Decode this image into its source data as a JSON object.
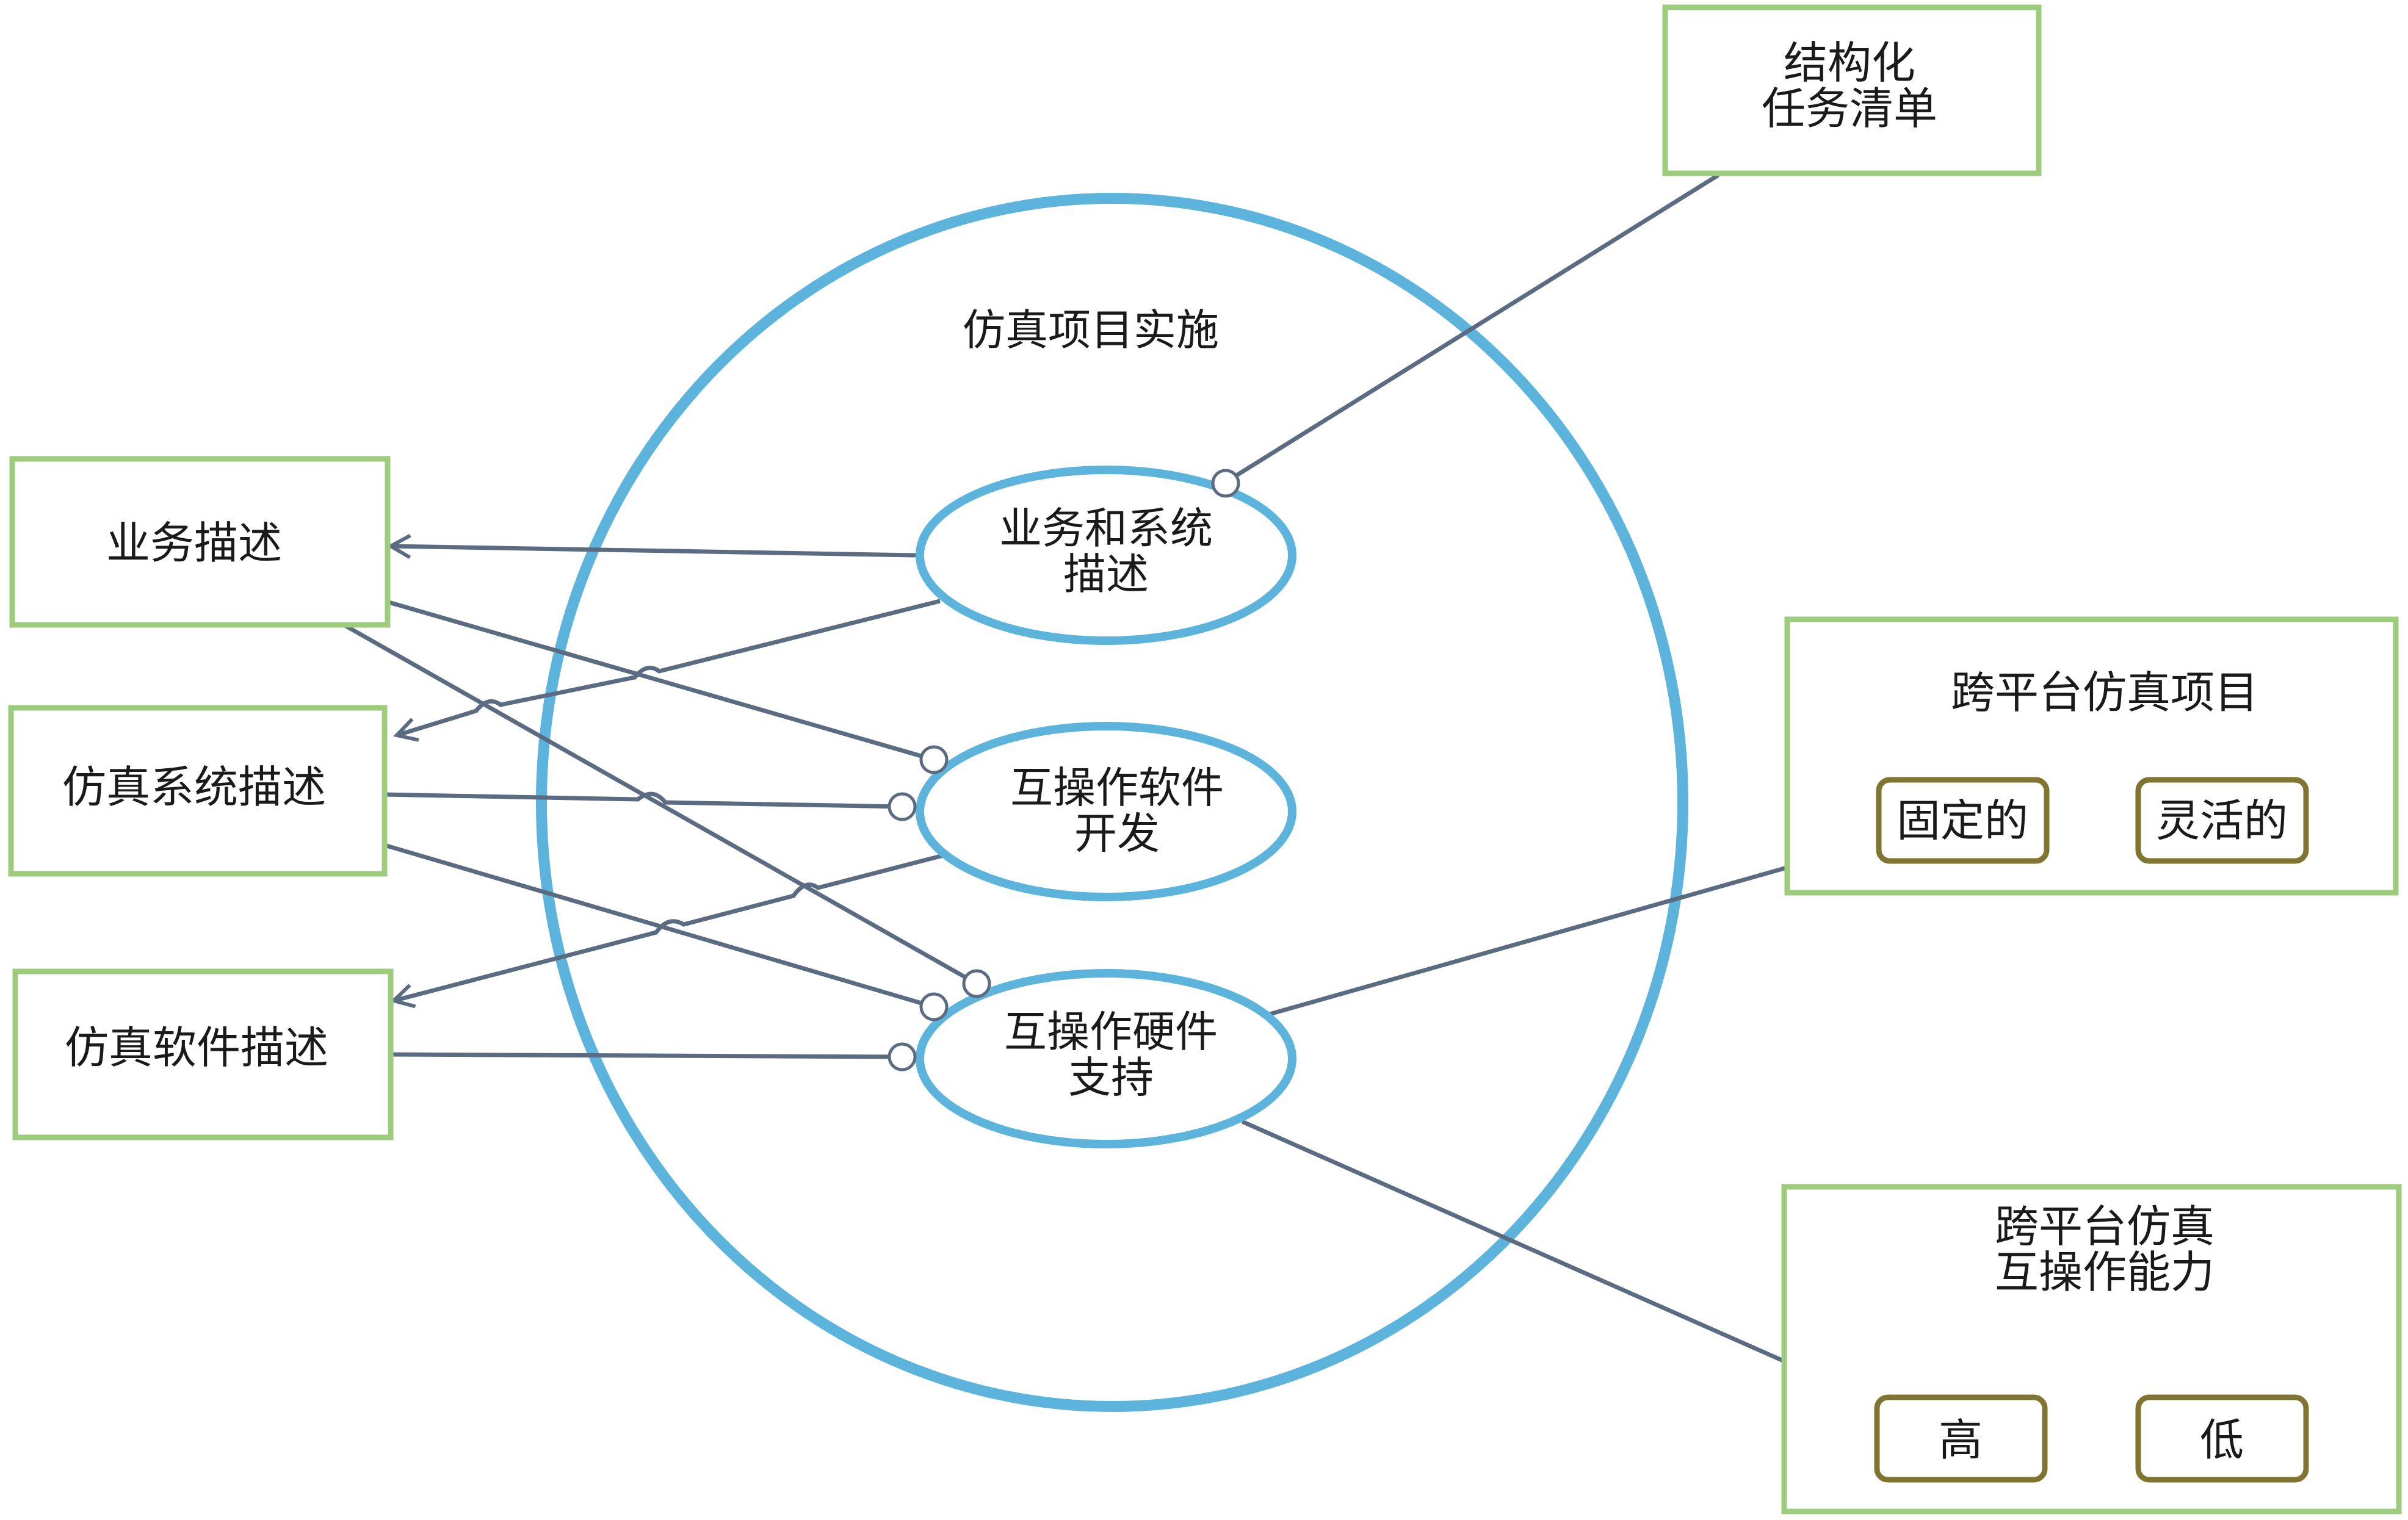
{
  "center": {
    "title": "仿真项目实施"
  },
  "ellipses": {
    "business_system": [
      "业务和系统",
      "描述"
    ],
    "interop_software": [
      "互操作软件",
      "开发"
    ],
    "interop_hardware": [
      "互操作硬件",
      "支持"
    ]
  },
  "left_boxes": {
    "business_desc": "业务描述",
    "sim_system_desc": "仿真系统描述",
    "sim_software_desc": "仿真软件描述"
  },
  "top_right_box": [
    "结构化",
    "任务清单"
  ],
  "cross_platform_project": {
    "title": "跨平台仿真项目",
    "options": [
      "固定的",
      "灵活的"
    ]
  },
  "cross_platform_interop": {
    "title": [
      "跨平台仿真",
      "互操作能力"
    ],
    "options": [
      "高",
      "低"
    ]
  },
  "colors": {
    "outer_circle": "#5cb4dc",
    "ellipse_stroke": "#5cb4dc",
    "box_stroke": "#9ccc7c",
    "option_stroke": "#7f7430",
    "connector": "#5b6b82"
  }
}
